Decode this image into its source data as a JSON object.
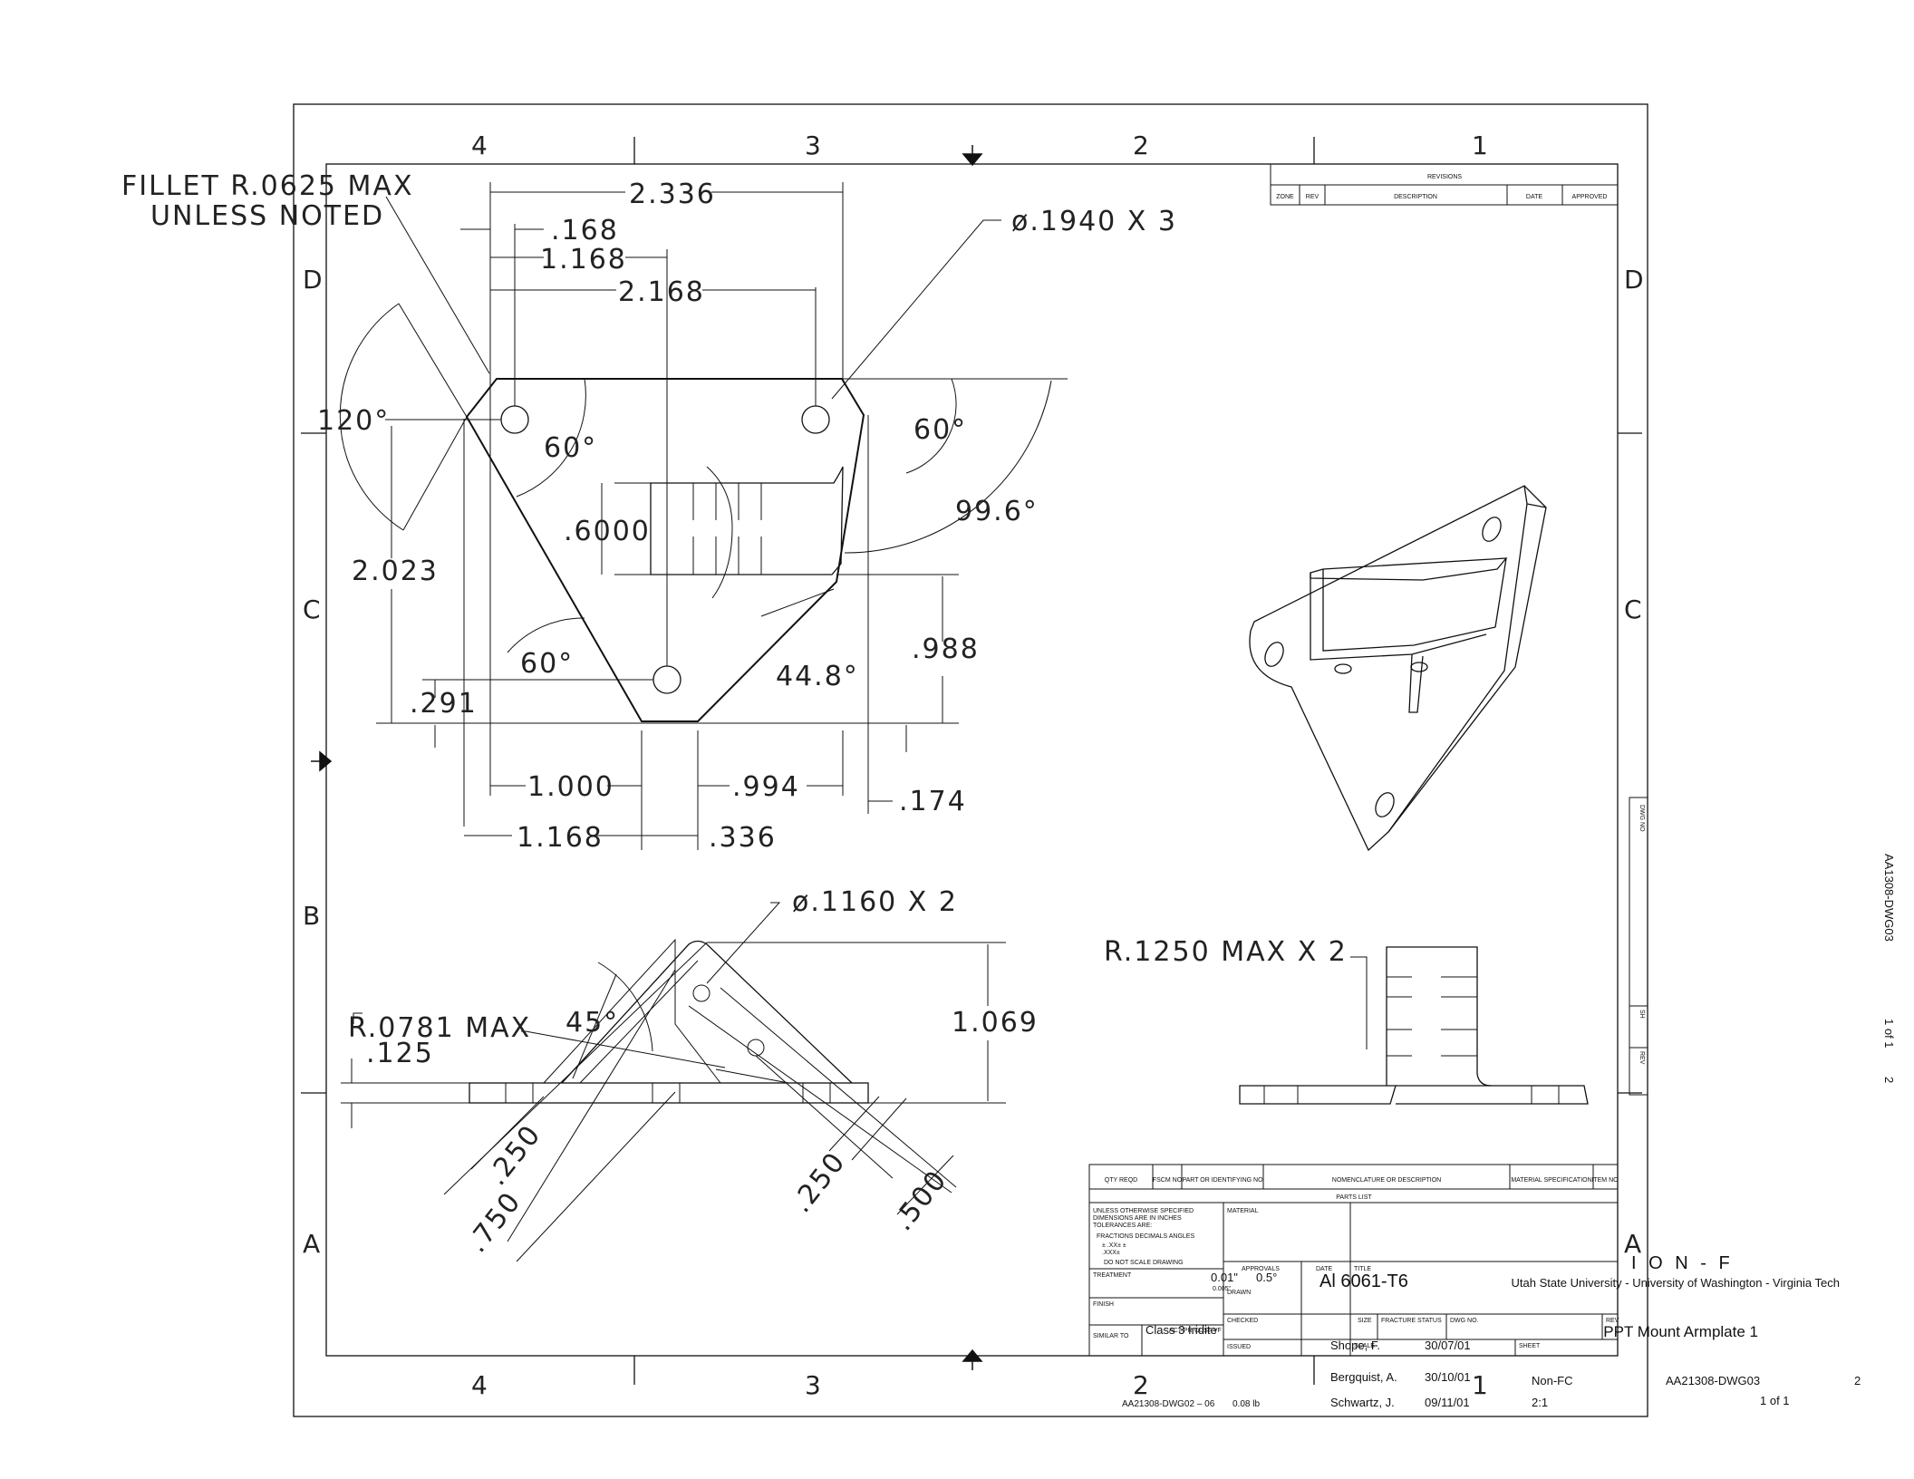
{
  "zones": {
    "columns": [
      "4",
      "3",
      "2",
      "1"
    ],
    "rows": [
      "D",
      "C",
      "B",
      "A"
    ]
  },
  "notes": {
    "fillet_line1": "FILLET R.0625 MAX",
    "fillet_line2": "UNLESS NOTED",
    "hole_top": "ø.1940 X 3",
    "hole_bottom": "ø.1160 X 2",
    "radius_r125": "R.1250 MAX X 2",
    "radius_r0781": "R.0781 MAX"
  },
  "dimensions": {
    "d_2336": "2.336",
    "d_168": ".168",
    "d_1168_top": "1.168",
    "d_2168": "2.168",
    "d_120": "120°",
    "d_60_a": "60°",
    "d_60_b": "60°",
    "d_60_c": "60°",
    "d_6000": ".6000",
    "d_996": "99.6°",
    "d_2023": "2.023",
    "d_988": ".988",
    "d_448": "44.8°",
    "d_291": ".291",
    "d_1000": "1.000",
    "d_994": ".994",
    "d_174": ".174",
    "d_1168_bot": "1.168",
    "d_336": ".336",
    "d_45": "45°",
    "d_125": ".125",
    "d_1069": "1.069",
    "d_250_a": ".250",
    "d_750": ".750",
    "d_250_b": ".250",
    "d_500": ".500"
  },
  "revisions": {
    "title": "REVISIONS",
    "headers": [
      "ZONE",
      "REV",
      "DESCRIPTION",
      "DATE",
      "APPROVED"
    ]
  },
  "parts_list": {
    "headers": [
      "QTY REQD",
      "FSCM NO",
      "PART OR IDENTIFYING NO",
      "NOMENCLATURE OR DESCRIPTION",
      "MATERIAL SPECIFICATION",
      "ITEM NO"
    ],
    "title": "PARTS LIST"
  },
  "title_block": {
    "unless_lines": [
      "UNLESS OTHERWISE SPECIFIED",
      "DIMENSIONS ARE IN INCHES",
      "TOLERANCES ARE:",
      "FRACTIONS  DECIMALS  ANGLES",
      "±         .XX±        ±",
      "             .XXX±",
      "DO NOT SCALE DRAWING"
    ],
    "treatment_label": "TREATMENT",
    "finish_label": "FINISH",
    "similar_label": "SIMILAR TO",
    "act_label": "ACT PR",
    "cust_label": "CUST VF",
    "material_label": "MATERIAL",
    "approvals_label": "APPROVALS",
    "date_label": "DATE",
    "drawn_label": "DRAWN",
    "checked_label": "CHECKED",
    "issued_label": "ISSUED",
    "title_label": "TITLE",
    "size_label": "SIZE",
    "fracture_label": "FRACTURE STATUS",
    "dwg_no_label": "DWG NO.",
    "rev_label": "REV",
    "scale_label": "SCALE",
    "sheet_label": "SHEET",
    "tol_decimal": "0.01\"",
    "tol_angle": "0.5°",
    "tol_decimal3": "0.005\"",
    "material": "Al 6061-T6",
    "finish": "Class 3 Iridite",
    "org_code": "I O N - F",
    "org": "Utah State University - University of Washington - Virginia Tech",
    "drawing_title": "PPT Mount Armplate 1",
    "drawn_by": "Shope, F.",
    "drawn_date": "30/07/01",
    "checked_by": "Bergquist, A.",
    "checked_date": "30/10/01",
    "issued_by": "Schwartz, J.",
    "issued_date": "09/11/01",
    "fracture_status": "Non-FC",
    "dwg_no": "AA21308-DWG03",
    "rev": "2",
    "scale": "2:1",
    "sheet": "1 of 1",
    "similar": "AA21308-DWG02 – 06",
    "weight": "0.08 lb"
  },
  "side_strip": {
    "dwg_no_label": "DWG NO",
    "sh_label": "SH",
    "rev_label": "REV",
    "dwg_no": "AA1308-DWG03",
    "sheet": "1 of 1",
    "rev": "2"
  }
}
